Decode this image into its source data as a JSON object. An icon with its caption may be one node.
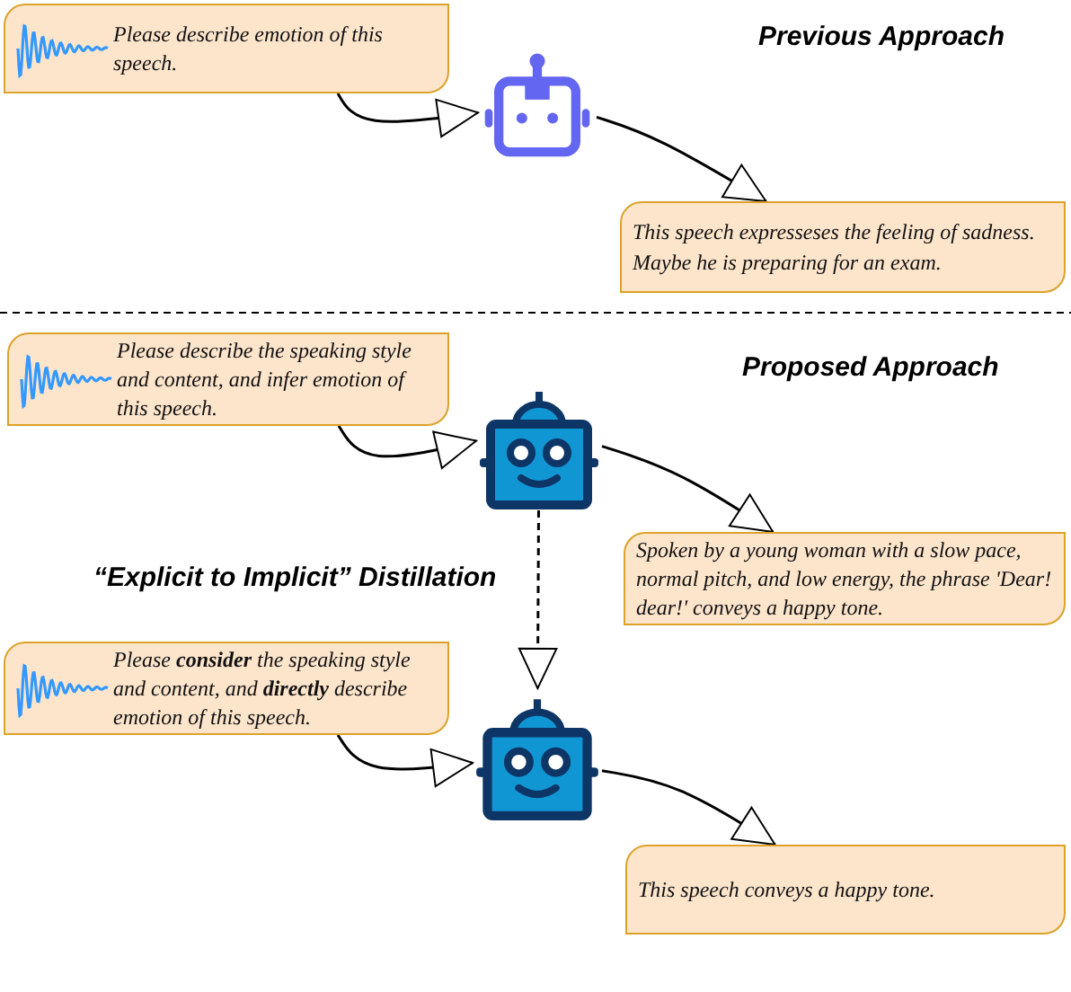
{
  "diagram": {
    "nodes": [
      {
        "text": [
          "Please describe emotion of this speech."
        ]
      },
      {
        "text": [],
        "shape": "robot"
      },
      {
        "text": [
          "This speech expresseses the feeling of sadness. Maybe he is preparing for an exam."
        ]
      },
      {
        "text": [
          "Please describe the speaking style and content, and infer emotion of this speech."
        ]
      },
      {
        "text": [],
        "shape": "robot"
      },
      {
        "text": [
          "Spoken by a young woman with a slow pace, normal pitch, and low energy, the phrase 'Dear! dear!' conveys a happy tone."
        ]
      },
      {
        "text": [
          "Please **consider** the speaking style and content, and **directly** describe emotion of this speech."
        ]
      },
      {
        "text": [],
        "shape": "robot"
      },
      {
        "text": [
          "This speech conveys a happy tone."
        ]
      }
    ],
    "edges": [
      {
        "from": 0,
        "to": 1,
        "arrow": "to"
      },
      {
        "from": 1,
        "to": 2,
        "arrow": "to"
      },
      {
        "from": 3,
        "to": 4,
        "arrow": "to"
      },
      {
        "from": 4,
        "to": 5,
        "arrow": "to"
      },
      {
        "from": 4,
        "to": 7,
        "arrow": "to",
        "style": "dashed"
      },
      {
        "from": 6,
        "to": 7,
        "arrow": "to"
      },
      {
        "from": 7,
        "to": 8,
        "arrow": "to"
      }
    ],
    "labels": [
      "Previous Approach",
      "Proposed Approach",
      "“Explicit to Implicit” Distillation"
    ]
  }
}
